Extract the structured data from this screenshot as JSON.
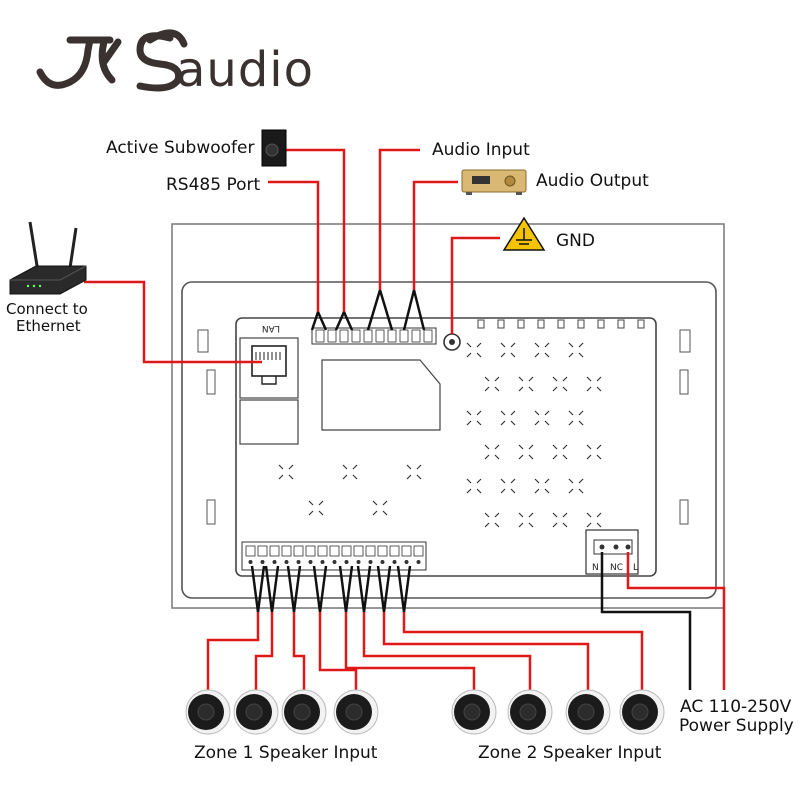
{
  "brand": {
    "logo_text": "JYSaudio"
  },
  "labels": {
    "active_subwoofer": "Active Subwoofer",
    "rs485_port": "RS485 Port",
    "audio_input": "Audio Input",
    "audio_output": "Audio Output",
    "gnd": "GND",
    "connect_to": "Connect to",
    "ethernet": "Ethernet",
    "lan": "LAN",
    "zone1_speaker_input": "Zone 1 Speaker Input",
    "zone2_speaker_input": "Zone 2 Speaker Input",
    "power_line1": "AC 110-250V",
    "power_line2": "Power Supply",
    "power_n": "N",
    "power_nc": "NC",
    "power_l": "L"
  },
  "icons": {
    "router": "router-icon",
    "subwoofer": "subwoofer-icon",
    "amplifier": "amplifier-icon",
    "warning_ground": "ground-warning-icon",
    "speaker": "ceiling-speaker-icon"
  },
  "colors": {
    "wire_signal": "#e01818",
    "wire_power_neutral": "#111111",
    "logo": "#3a3230",
    "warning_yellow": "#f5c400"
  }
}
